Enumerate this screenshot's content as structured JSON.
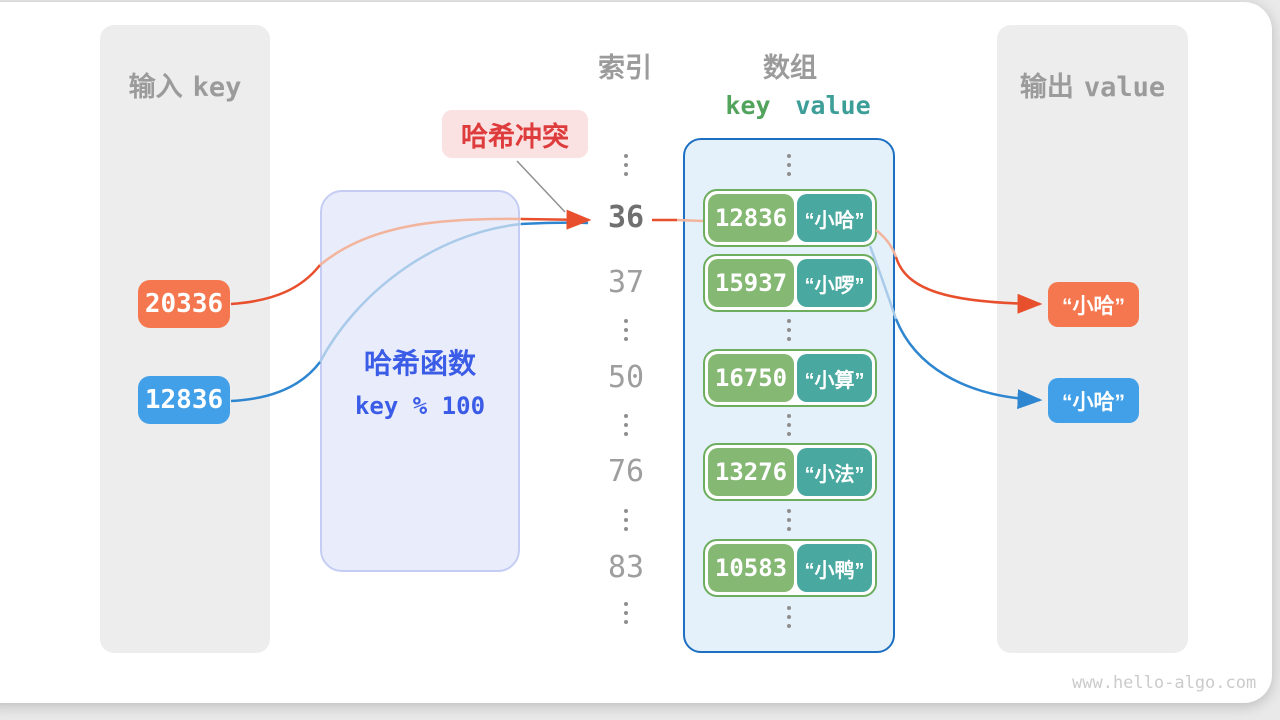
{
  "page": {
    "watermark": "www.hello-algo.com"
  },
  "colors": {
    "input_key_orange": "#f5774f",
    "input_key_blue": "#41a0e8",
    "arrow_orange": "#e8502d",
    "arrow_blue": "#2e86d1",
    "pair_key_green": "#85b873",
    "pair_value_teal": "#49a8a0",
    "hash_box_fill": "#e9ecfb",
    "hash_text_blue": "#3b5ce6",
    "collision_red": "#de3c3c",
    "array_border_blue": "#1d6fc2",
    "panel_gray": "#ededed"
  },
  "input_panel": {
    "title_zh": "输入",
    "title_en": "key",
    "keys": [
      {
        "value": "20336",
        "color": "orange"
      },
      {
        "value": "12836",
        "color": "blue"
      }
    ]
  },
  "hash_function": {
    "title": "哈希函数",
    "formula": "key % 100"
  },
  "collision_label": {
    "text": "哈希冲突"
  },
  "index_column": {
    "title": "索引",
    "rows": [
      "36",
      "37",
      "50",
      "76",
      "83"
    ]
  },
  "array": {
    "title": "数组",
    "key_header": "key",
    "value_header": "value",
    "pairs": [
      {
        "key": "12836",
        "value": "“小哈”"
      },
      {
        "key": "15937",
        "value": "“小啰”"
      },
      {
        "key": "16750",
        "value": "“小算”"
      },
      {
        "key": "13276",
        "value": "“小法”"
      },
      {
        "key": "10583",
        "value": "“小鸭”"
      }
    ]
  },
  "output_panel": {
    "title_zh": "输出",
    "title_en": "value",
    "values": [
      {
        "text": "“小哈”",
        "color": "orange"
      },
      {
        "text": "“小哈”",
        "color": "blue"
      }
    ]
  }
}
